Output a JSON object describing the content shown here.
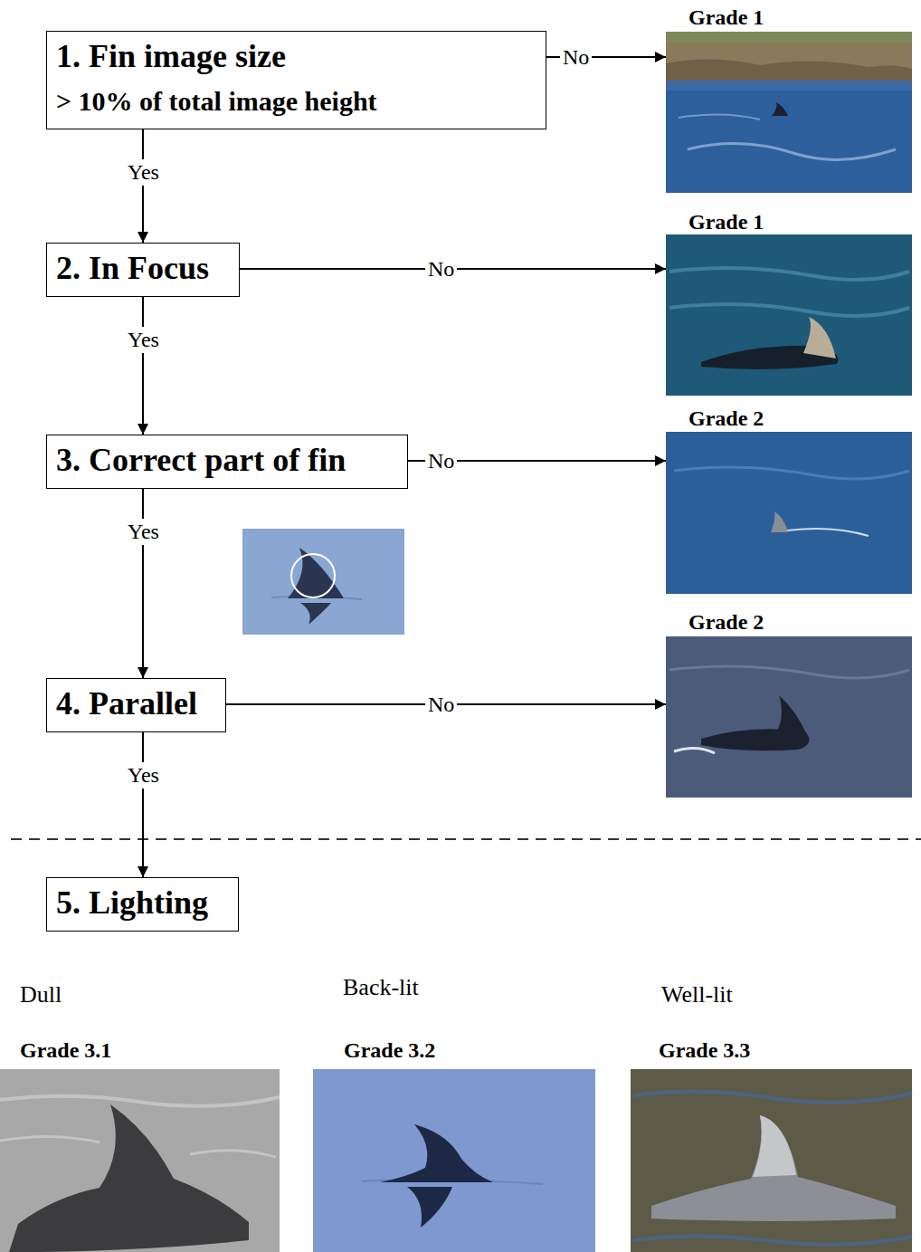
{
  "diagram": {
    "nodes": [
      {
        "text": [
          "1. Fin image size",
          "> 10% of total image height"
        ]
      },
      {
        "text": [
          "Grade 1"
        ]
      },
      {
        "text": [
          "2. In Focus"
        ]
      },
      {
        "text": [
          "Grade 1"
        ]
      },
      {
        "text": [
          "3. Correct part of fin"
        ]
      },
      {
        "text": [
          "Grade 2"
        ]
      },
      {
        "text": [
          "4. Parallel"
        ]
      },
      {
        "text": [
          "Grade 2"
        ]
      },
      {
        "text": [
          "5. Lighting"
        ]
      },
      {
        "text": [
          "Dull",
          "Grade 3.1"
        ]
      },
      {
        "text": [
          "Back-lit",
          "Grade 3.2"
        ]
      },
      {
        "text": [
          "Well-lit",
          "Grade 3.3"
        ]
      }
    ],
    "edges": [
      {
        "from": 0,
        "to": 1,
        "label": "No",
        "arrow": "to"
      },
      {
        "from": 0,
        "to": 2,
        "label": "Yes",
        "arrow": "to"
      },
      {
        "from": 2,
        "to": 3,
        "label": "No",
        "arrow": "to"
      },
      {
        "from": 2,
        "to": 4,
        "label": "Yes",
        "arrow": "to"
      },
      {
        "from": 4,
        "to": 5,
        "label": "No",
        "arrow": "to"
      },
      {
        "from": 4,
        "to": 6,
        "label": "Yes",
        "arrow": "to"
      },
      {
        "from": 6,
        "to": 7,
        "label": "No",
        "arrow": "to"
      },
      {
        "from": 6,
        "to": 8,
        "label": "Yes",
        "arrow": "to"
      }
    ]
  }
}
